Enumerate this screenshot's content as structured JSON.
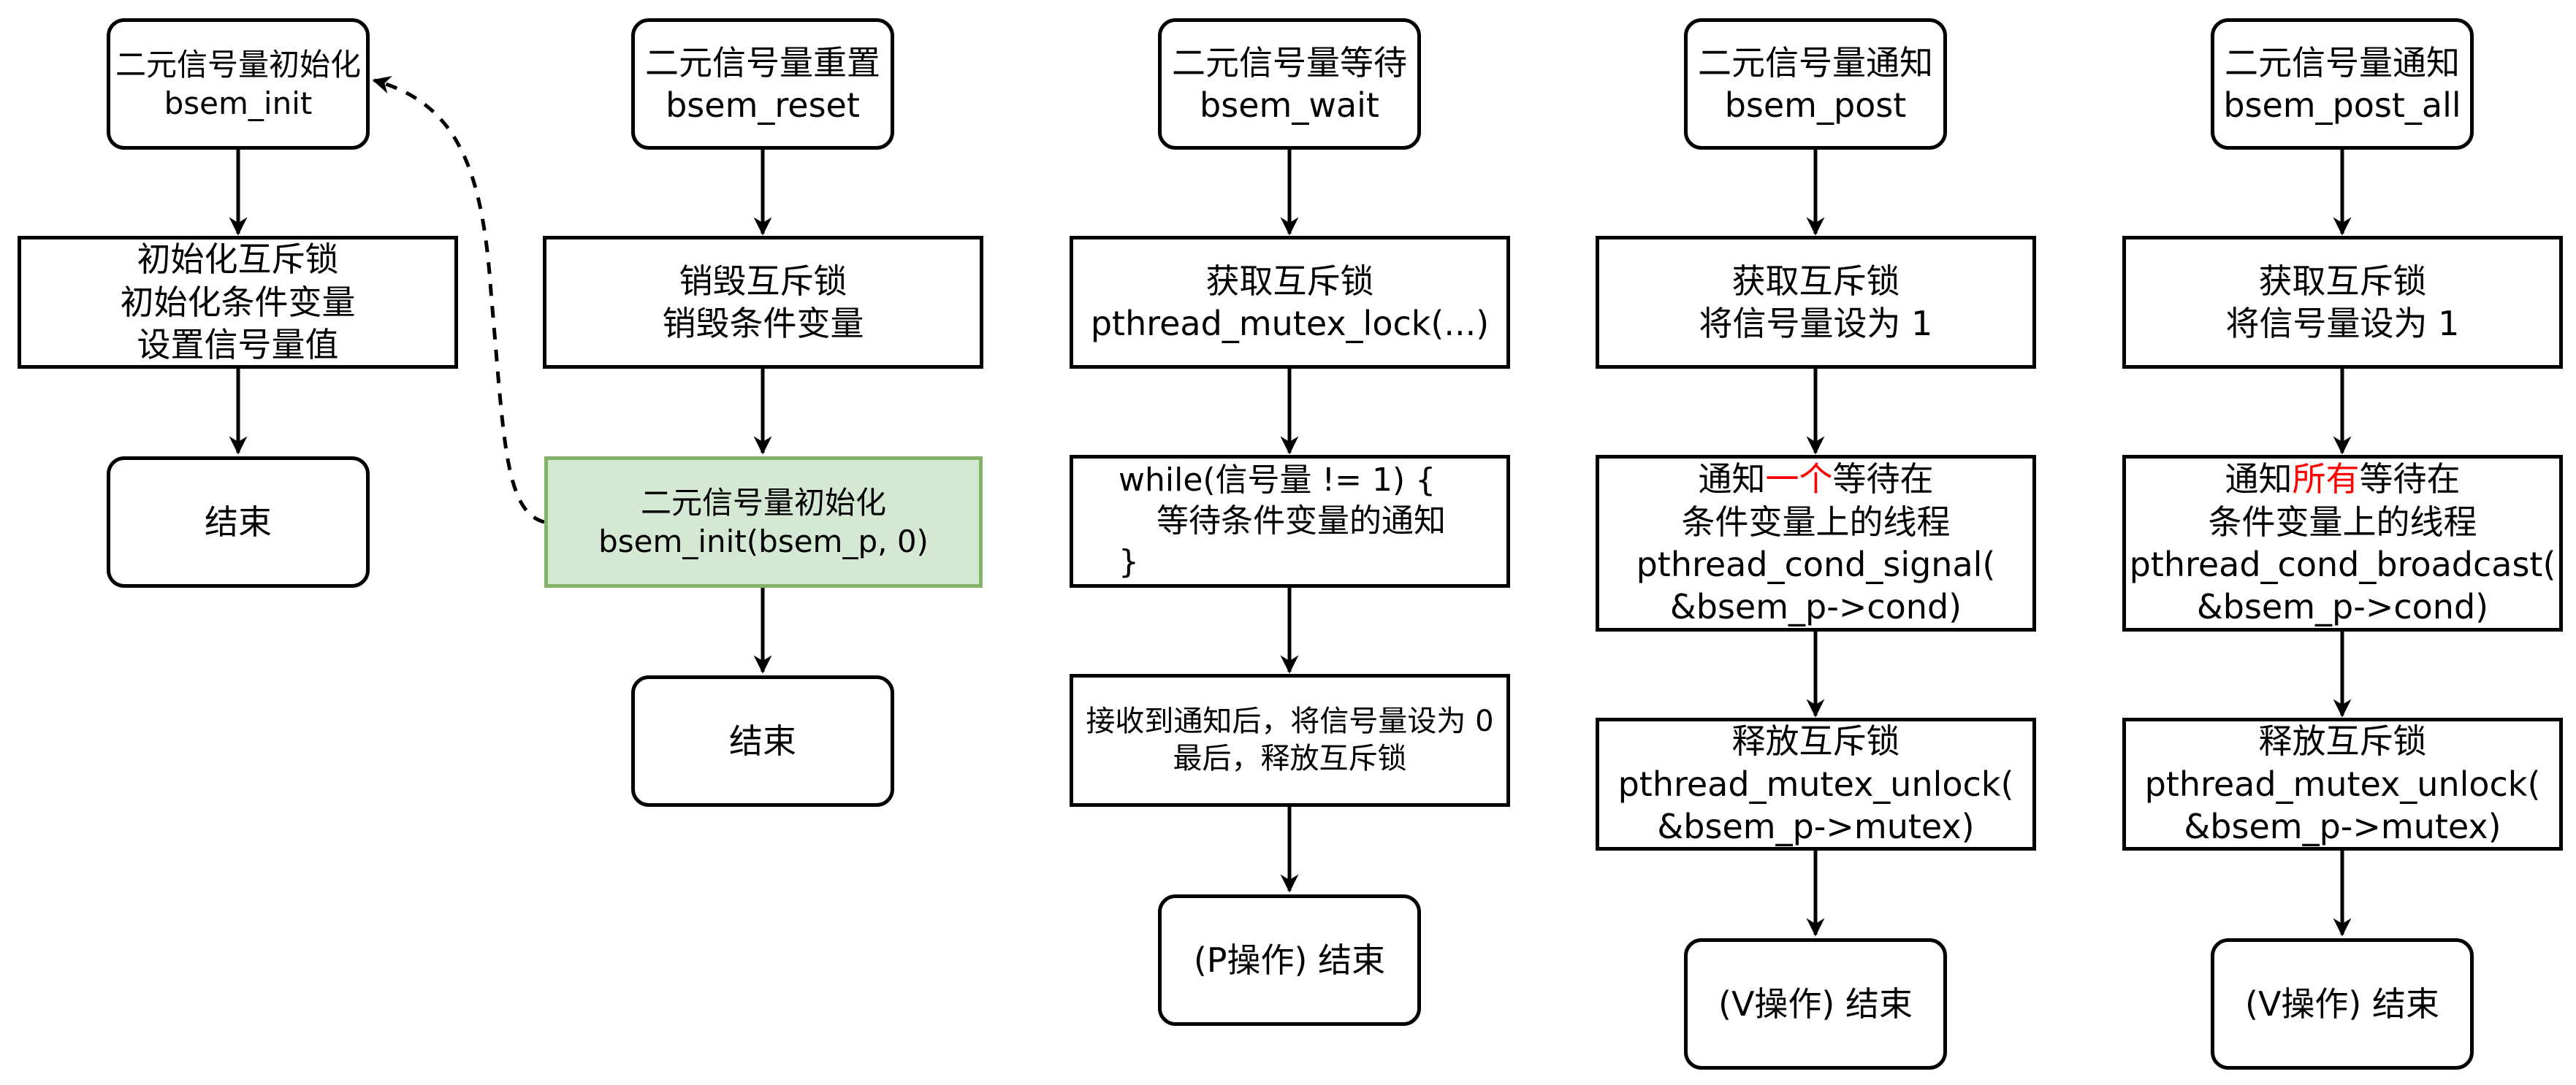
{
  "colors": {
    "stroke": "#000000",
    "highlight": "#ff0000",
    "green_fill": "#d5e8d4",
    "green_stroke": "#82b366"
  },
  "columns": [
    {
      "title": [
        "二元信号量初始化",
        "bsem_init"
      ],
      "steps": [
        [
          "初始化互斥锁",
          "初始化条件变量",
          "设置信号量值"
        ],
        [
          "结束"
        ]
      ]
    },
    {
      "title": [
        "二元信号量重置",
        "bsem_reset"
      ],
      "steps": [
        [
          "销毁互斥锁",
          "销毁条件变量"
        ],
        [
          "二元信号量初始化",
          "bsem_init(bsem_p, 0)"
        ],
        [
          "结束"
        ]
      ]
    },
    {
      "title": [
        "二元信号量等待",
        "bsem_wait"
      ],
      "steps": [
        [
          "获取互斥锁",
          "pthread_mutex_lock(...)"
        ],
        [
          "while(信号量 != 1) {",
          "等待条件变量的通知",
          "}"
        ],
        [
          "接收到通知后，将信号量设为 0",
          "最后，释放互斥锁"
        ],
        [
          "(P操作) 结束"
        ]
      ]
    },
    {
      "title": [
        "二元信号量通知",
        "bsem_post"
      ],
      "steps": [
        [
          "获取互斥锁",
          "将信号量设为 1"
        ],
        {
          "pre": "通知",
          "hl": "一个",
          "post": "等待在",
          "rest": [
            "条件变量上的线程",
            "pthread_cond_signal(",
            "&bsem_p->cond)"
          ]
        },
        [
          "释放互斥锁",
          "pthread_mutex_unlock(",
          "&bsem_p->mutex)"
        ],
        [
          "(V操作) 结束"
        ]
      ]
    },
    {
      "title": [
        "二元信号量通知",
        "bsem_post_all"
      ],
      "steps": [
        [
          "获取互斥锁",
          "将信号量设为 1"
        ],
        {
          "pre": "通知",
          "hl": "所有",
          "post": "等待在",
          "rest": [
            "条件变量上的线程",
            "pthread_cond_broadcast(",
            "&bsem_p->cond)"
          ]
        },
        [
          "释放互斥锁",
          "pthread_mutex_unlock(",
          "&bsem_p->mutex)"
        ],
        [
          "(V操作) 结束"
        ]
      ]
    }
  ]
}
